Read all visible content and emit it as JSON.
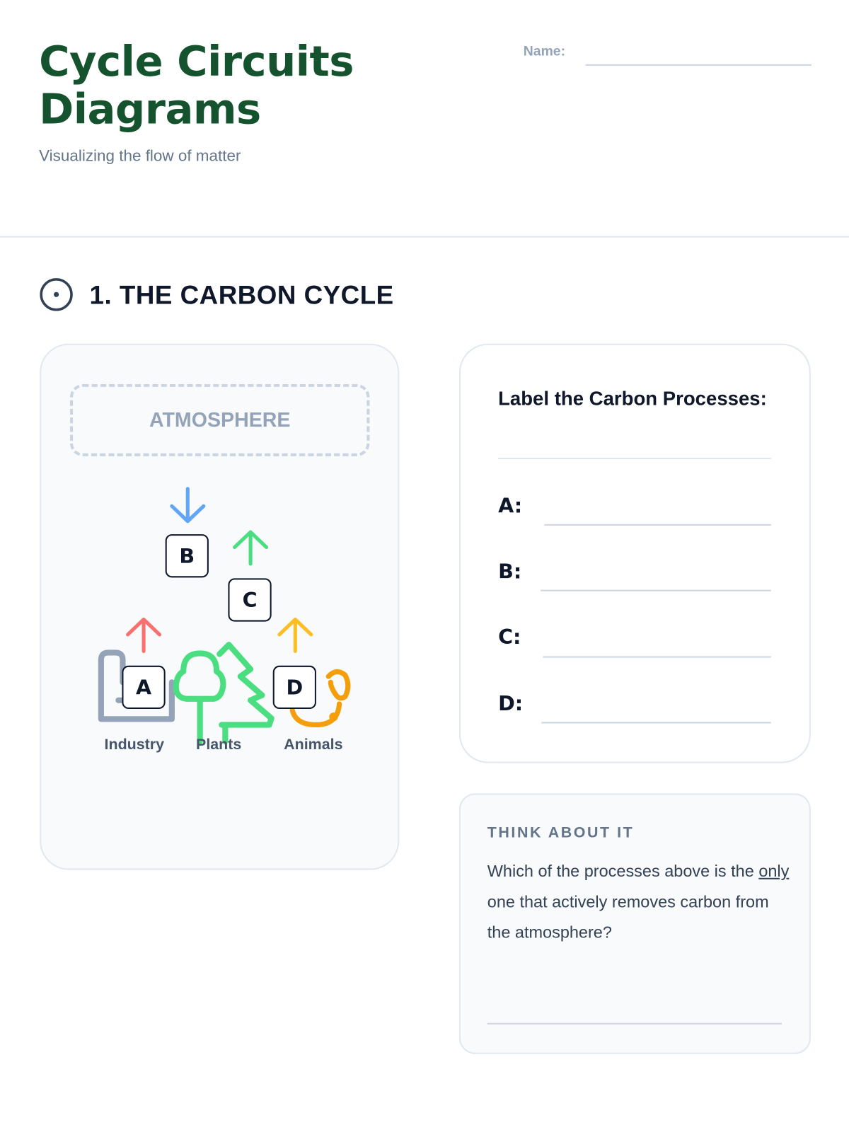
{
  "header": {
    "title_line1": "Cycle Circuits",
    "title_line2": "Diagrams",
    "subtitle": "Visualizing the flow of matter",
    "name_label": "Name:"
  },
  "section": {
    "title": "1. THE CARBON CYCLE",
    "icon": "circle-dot-icon"
  },
  "diagram": {
    "atmosphere": "ATMOSPHERE",
    "boxes": {
      "a": "A",
      "b": "B",
      "c": "C",
      "d": "D"
    },
    "sources": [
      "Industry",
      "Plants",
      "Animals"
    ],
    "colors": {
      "arrow_b": "#60a5fa",
      "arrow_c": "#4ade80",
      "arrow_a": "#f87171",
      "arrow_d": "#fbbf24",
      "industry": "#94a3b8",
      "plants": "#4ade80",
      "animals": "#f59e0b"
    }
  },
  "label_card": {
    "title": "Label the Carbon Processes:",
    "items": [
      "A:",
      "B:",
      "C:",
      "D:"
    ]
  },
  "think": {
    "heading": "THINK ABOUT IT",
    "text_before": "Which of the processes above is the ",
    "text_emph": "only",
    "text_after": " one that actively removes carbon from the atmosphere?"
  }
}
